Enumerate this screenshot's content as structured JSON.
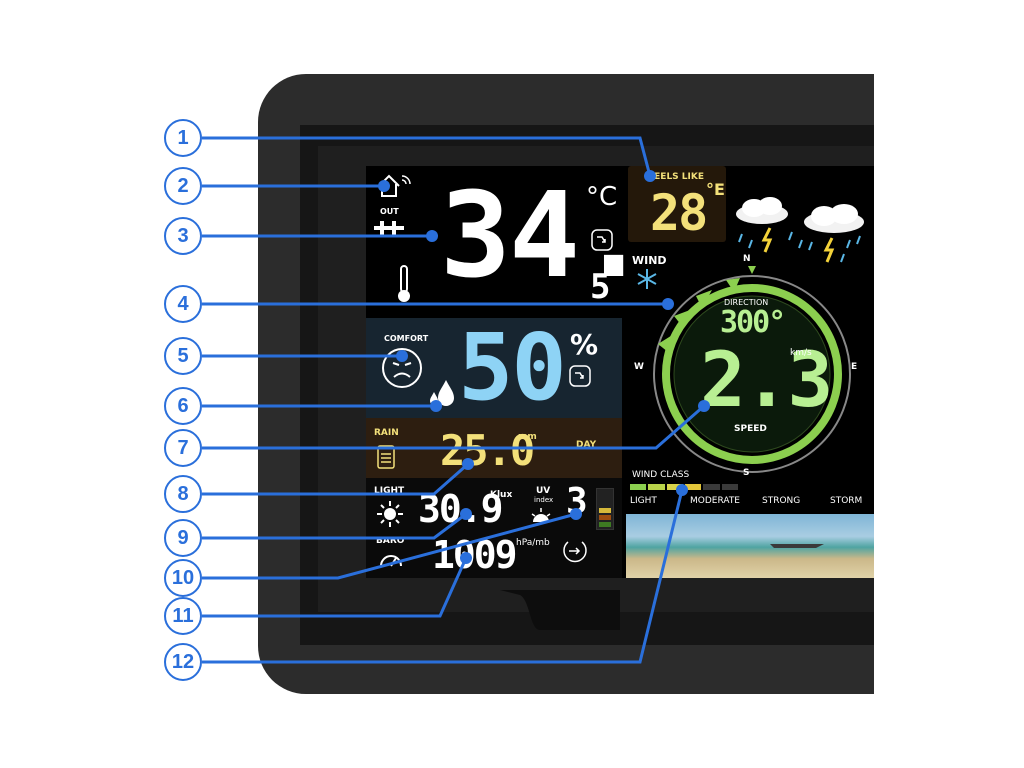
{
  "labels": {
    "feels_like": "FEELS LIKE",
    "out": "OUT",
    "comfort": "COMFORT",
    "rain": "RAIN",
    "rain_period": "DAY",
    "light": "LIGHT",
    "uv": "UV",
    "uv_sub": "index",
    "baro": "BARO",
    "wind": "WIND",
    "direction": "DIRECTION",
    "speed": "SPEED",
    "wind_class": "WIND CLASS"
  },
  "readings": {
    "feels_like": "28",
    "feels_like_unit": "°E",
    "temperature": "34.",
    "temperature_decimal": "5",
    "temperature_unit": "°C",
    "humidity": "50",
    "humidity_unit": "%",
    "rain": "25.0",
    "rain_unit": "mm",
    "light": "30.9",
    "light_unit": "Klux",
    "uv": "3",
    "pressure": "1009",
    "pressure_unit": "hPa/mb",
    "wind_direction": "300°",
    "wind_speed": "2.3",
    "wind_speed_unit": "km/s"
  },
  "compass": {
    "n": "N",
    "e": "E",
    "s": "S",
    "w": "W"
  },
  "wind_classes": [
    "LIGHT",
    "MODERATE",
    "STRONG",
    "STORM"
  ],
  "callouts": [
    "1",
    "2",
    "3",
    "4",
    "5",
    "6",
    "7",
    "8",
    "9",
    "10",
    "11",
    "12"
  ],
  "colors": {
    "callout": "#2a6fdb",
    "temperature": "#ffffff",
    "humidity": "#8ed3f5",
    "rain": "#f3e07a",
    "feels_like": "#f3e07a",
    "wind": "#b8ef93",
    "compass_green": "#8ccf4f"
  }
}
